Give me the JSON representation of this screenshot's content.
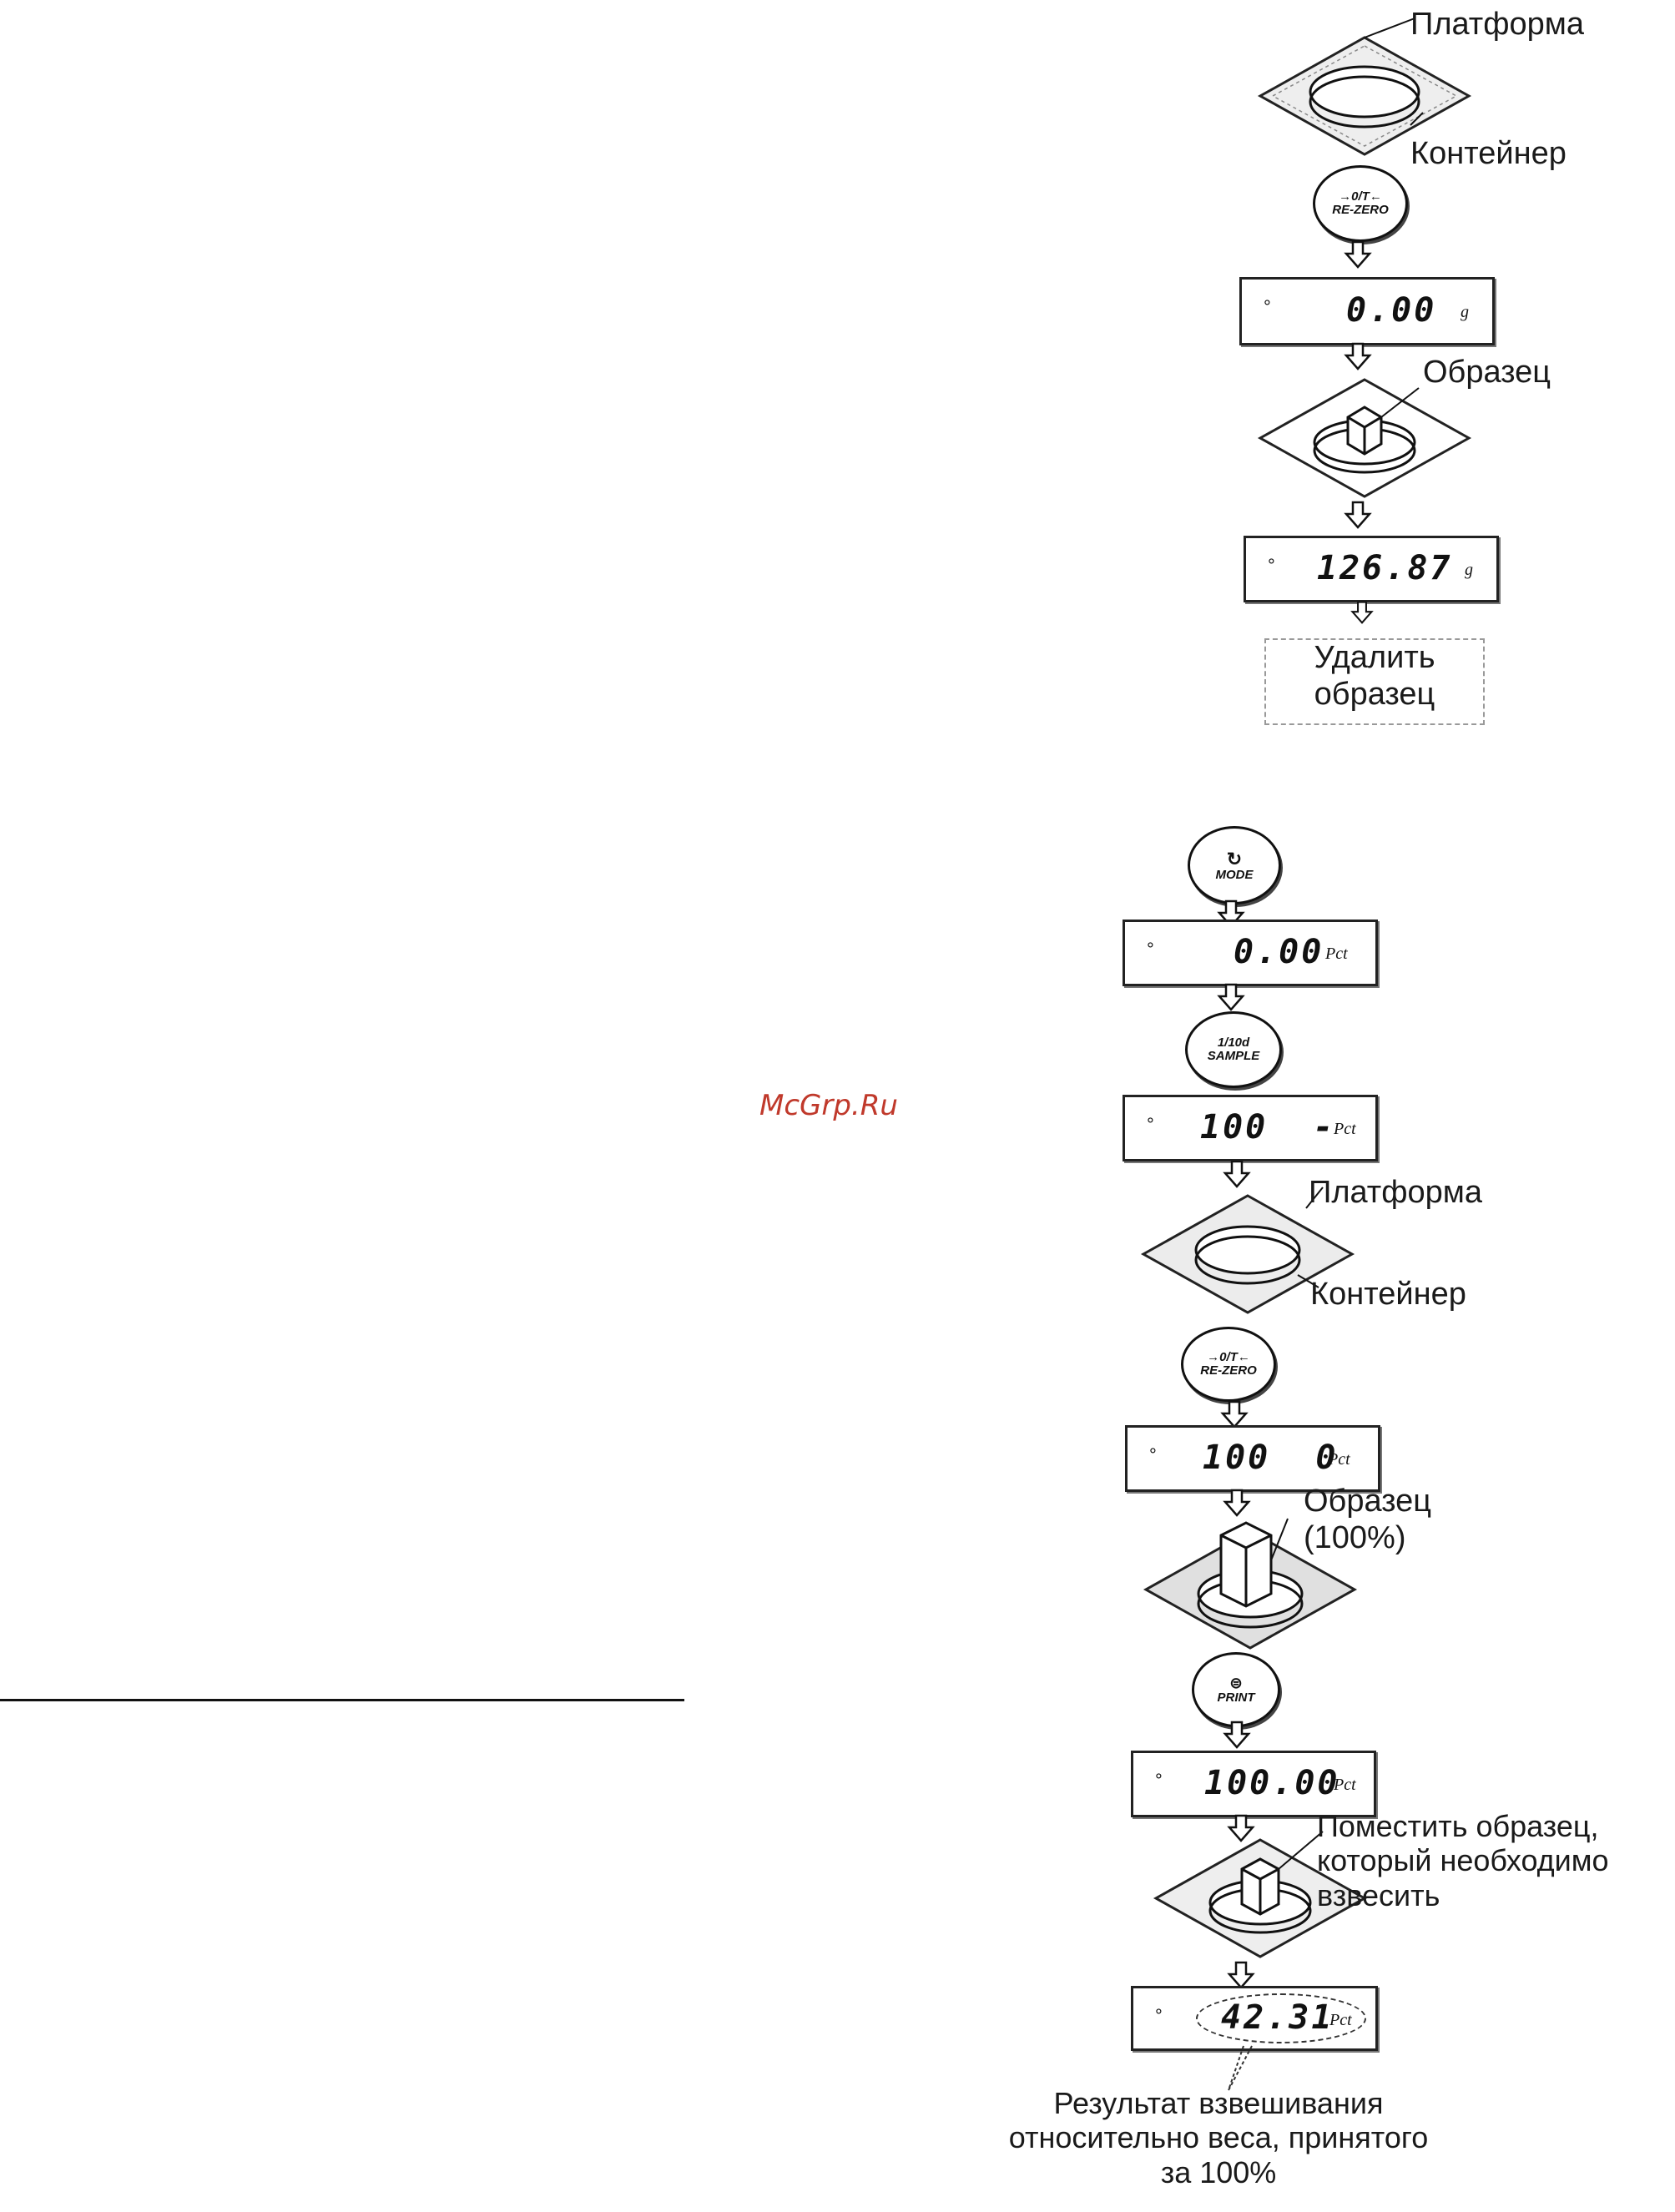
{
  "watermark": "McGrp.Ru",
  "top_flow": {
    "platform_label": "Платформа",
    "container_label": "Контейнер",
    "rezero_button": {
      "line1": "→0/T←",
      "line2": "RE-ZERO"
    },
    "display_1": {
      "value": "0.00",
      "unit": "g"
    },
    "sample_label": "Образец",
    "display_2": {
      "value": "126.87",
      "unit": "g"
    },
    "remove_sample": {
      "line1": "Удалить",
      "line2": "образец"
    }
  },
  "bottom_flow": {
    "mode_button": {
      "line1": "MODE"
    },
    "display_1": {
      "value": "0.00",
      "unit": "Pct"
    },
    "sample_button": {
      "line1": "1/10d",
      "line2": "SAMPLE"
    },
    "display_2": {
      "value": "100  -",
      "unit": "Pct"
    },
    "platform_label": "Платформа",
    "container_label": "Контейнер",
    "rezero_button": {
      "line1": "→0/T←",
      "line2": "RE-ZERO"
    },
    "display_3": {
      "value": "100  0",
      "unit": "Pct"
    },
    "sample_label": {
      "line1": "Образец",
      "line2": "(100%)"
    },
    "print_button": {
      "line1": "PRINT"
    },
    "display_4": {
      "value": "100.00",
      "unit": "Pct"
    },
    "place_sample": {
      "line1": "Поместить образец,",
      "line2": "который необходимо",
      "line3": "взвесить"
    },
    "display_5": {
      "value": "42.31",
      "unit": "Pct"
    },
    "result_caption": {
      "line1": "Результат взвешивания",
      "line2": "относительно веса, принятого",
      "line3": "за 100%"
    }
  }
}
